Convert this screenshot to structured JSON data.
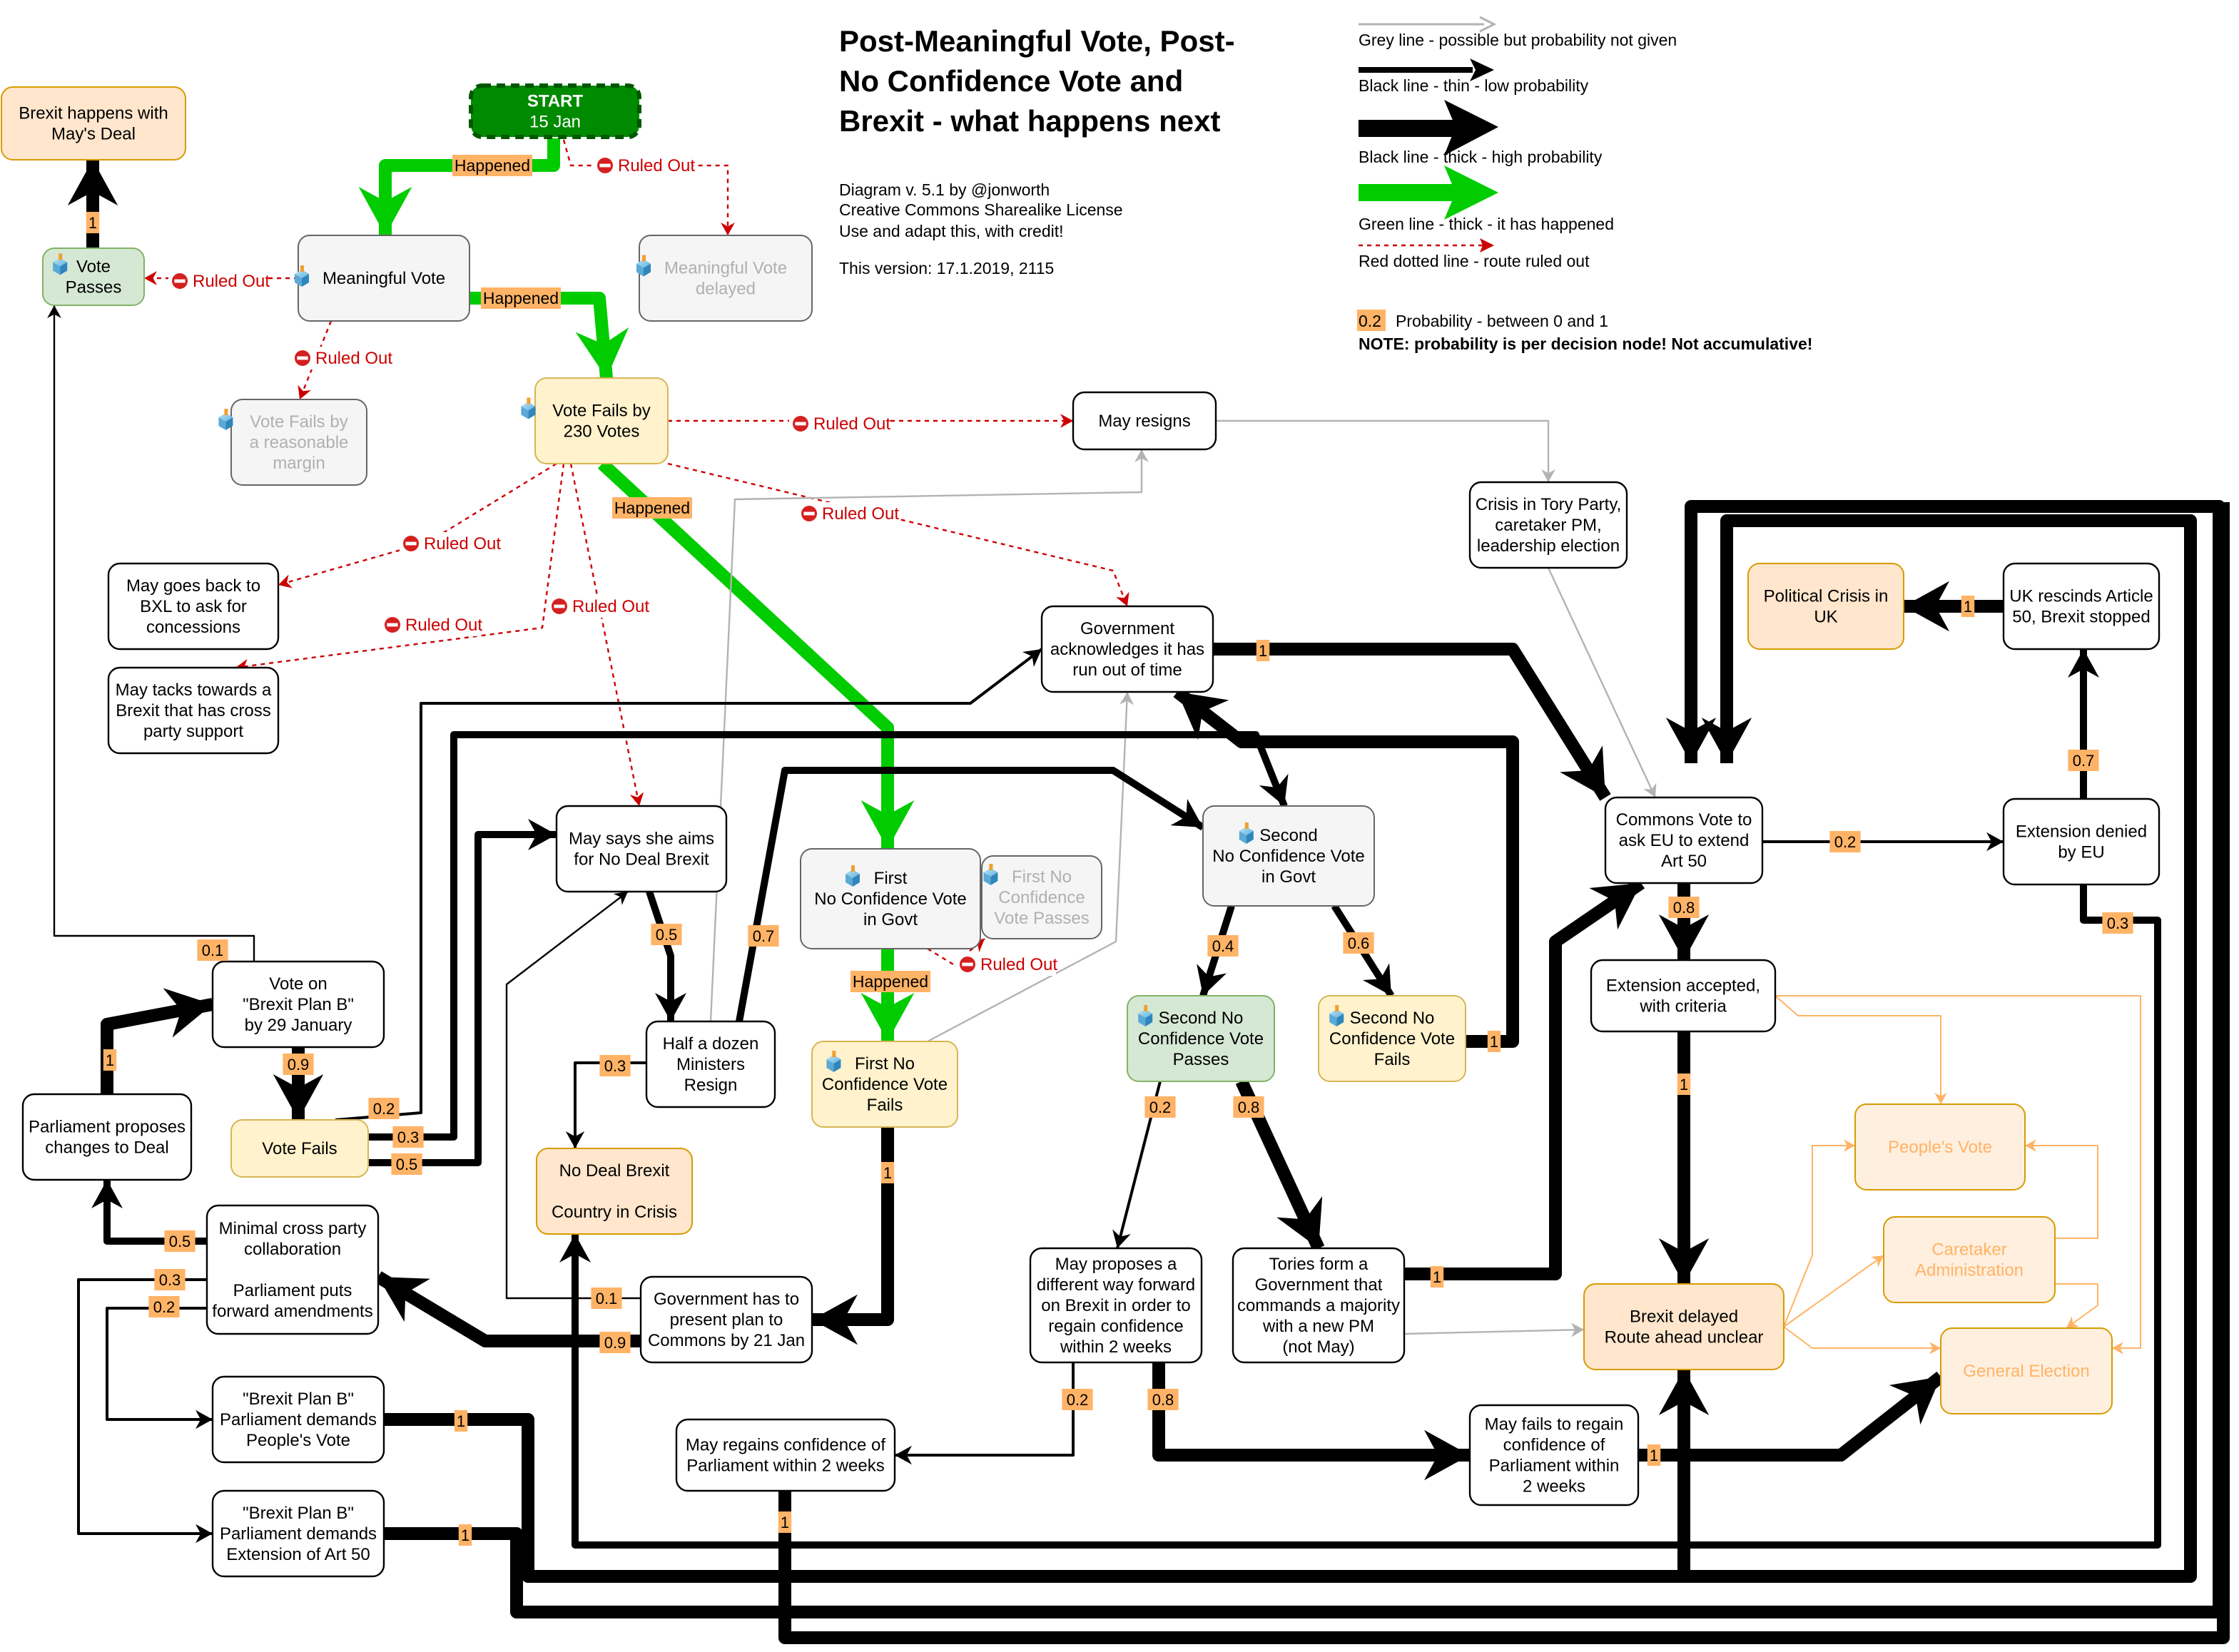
{
  "title": {
    "lines": [
      "Post-Meaningful Vote, Post-",
      "No Confidence Vote and",
      "Brexit - what happens next"
    ]
  },
  "info": {
    "credit_lines": [
      "Diagram v. 5.1 by @jonworth",
      "Creative Commons Sharealike License",
      "Use and adapt this, with credit!"
    ],
    "version": "This version: 17.1.2019, 2115"
  },
  "legend": {
    "items": [
      {
        "style": "grey-thin",
        "label": "Grey line - possible but probability not given"
      },
      {
        "style": "black-thin",
        "label": "Black line - thin - low probability"
      },
      {
        "style": "black-thick",
        "label": "Black line - thick - high probability"
      },
      {
        "style": "green-thick",
        "label": "Green line - thick - it has happened"
      },
      {
        "style": "red-dotted",
        "label": "Red dotted line - route ruled out"
      }
    ],
    "prob_sample": "0.2",
    "prob_label": "Probability - between 0 and 1",
    "note": "NOTE: probability is per decision node! Not accumulative!"
  },
  "colors": {
    "green_happened": "#00cc00",
    "ruled_out_red": "#cc0000",
    "probability_badge": "#ffb366",
    "grey_line": "#b3b3b3",
    "outcome_fill": "#ffe6cc",
    "outcome_stroke": "#d79b00",
    "fail_fill": "#fff2cc",
    "fail_stroke": "#d6b656",
    "pass_fill": "#d5e8d4",
    "pass_stroke": "#82b366",
    "vote_fill": "#f5f5f5",
    "vote_stroke": "#666666",
    "start_fill": "#008a00",
    "start_stroke": "#005700"
  },
  "labels": {
    "happened": "Happened",
    "ruled_out": "Ruled Out"
  },
  "nodes": {
    "start": {
      "lines": [
        "START",
        "15 Jan"
      ],
      "kind": "start"
    },
    "brexit_mays_deal": {
      "lines": [
        "Brexit happens with",
        "May's Deal"
      ],
      "kind": "outcome"
    },
    "vote_passes": {
      "lines": [
        "Vote",
        "Passes"
      ],
      "kind": "pass",
      "icon": "ballot-box-icon"
    },
    "meaningful_vote": {
      "lines": [
        "Meaningful Vote"
      ],
      "kind": "vote",
      "icon": "ballot-box-icon"
    },
    "mv_delayed": {
      "lines": [
        "Meaningful Vote",
        "delayed"
      ],
      "kind": "vote-faded",
      "icon": "ballot-box-icon"
    },
    "vote_fails_margin": {
      "lines": [
        "Vote Fails by",
        "a reasonable",
        "margin"
      ],
      "kind": "vote-faded",
      "icon": "ballot-box-icon"
    },
    "vote_fails_230": {
      "lines": [
        "Vote Fails by",
        "230 Votes"
      ],
      "kind": "fail",
      "icon": "ballot-box-icon"
    },
    "may_resigns": {
      "lines": [
        "May resigns"
      ],
      "kind": "plain"
    },
    "tory_crisis": {
      "lines": [
        "Crisis in Tory Party,",
        "caretaker PM,",
        "leadership election"
      ],
      "kind": "plain"
    },
    "may_bxl": {
      "lines": [
        "May goes back to",
        "BXL to ask for",
        "concessions"
      ],
      "kind": "plain"
    },
    "may_tacks": {
      "lines": [
        "May tacks towards a",
        "Brexit that has cross",
        "party support"
      ],
      "kind": "plain"
    },
    "gov_out_of_time": {
      "lines": [
        "Government",
        "acknowledges it has",
        "run out of time"
      ],
      "kind": "plain"
    },
    "political_crisis": {
      "lines": [
        "Political Crisis in",
        "UK"
      ],
      "kind": "outcome"
    },
    "uk_rescinds": {
      "lines": [
        "UK rescinds Article",
        "50, Brexit stopped"
      ],
      "kind": "plain"
    },
    "may_no_deal": {
      "lines": [
        "May says she aims",
        "for No Deal Brexit"
      ],
      "kind": "plain"
    },
    "first_ncv": {
      "lines": [
        "First",
        "No Confidence Vote",
        "in Govt"
      ],
      "kind": "vote",
      "icon": "ballot-box-icon"
    },
    "first_ncv_passes": {
      "lines": [
        "First No",
        "Confidence",
        "Vote Passes"
      ],
      "kind": "vote-faded",
      "icon": "ballot-box-icon"
    },
    "second_ncv": {
      "lines": [
        "Second",
        "No Confidence Vote",
        "in Govt"
      ],
      "kind": "vote",
      "icon": "ballot-box-icon"
    },
    "commons_extend": {
      "lines": [
        "Commons Vote to",
        "ask EU to extend",
        "Art 50"
      ],
      "kind": "plain"
    },
    "extension_denied": {
      "lines": [
        "Extension denied",
        "by EU"
      ],
      "kind": "plain"
    },
    "vote_plan_b": {
      "lines": [
        "Vote on",
        "\"Brexit Plan B\"",
        "by 29 January"
      ],
      "kind": "plain"
    },
    "half_dozen": {
      "lines": [
        "Half a dozen",
        "Ministers",
        "Resign"
      ],
      "kind": "plain"
    },
    "first_ncv_fails": {
      "lines": [
        "First No",
        "Confidence Vote",
        "Fails"
      ],
      "kind": "fail",
      "icon": "ballot-box-icon"
    },
    "second_ncv_passes": {
      "lines": [
        "Second No",
        "Confidence Vote",
        "Passes"
      ],
      "kind": "pass",
      "icon": "ballot-box-icon"
    },
    "second_ncv_fails": {
      "lines": [
        "Second No",
        "Confidence Vote",
        "Fails"
      ],
      "kind": "fail",
      "icon": "ballot-box-icon"
    },
    "extension_accepted": {
      "lines": [
        "Extension accepted,",
        "with criteria"
      ],
      "kind": "plain"
    },
    "parliament_proposes": {
      "lines": [
        "Parliament proposes",
        "changes to Deal"
      ],
      "kind": "plain"
    },
    "vote_fails": {
      "lines": [
        "Vote Fails"
      ],
      "kind": "fail"
    },
    "no_deal_brexit": {
      "lines": [
        "No Deal Brexit",
        "",
        "Country in Crisis"
      ],
      "kind": "outcome"
    },
    "peoples_vote": {
      "lines": [
        "People's Vote"
      ],
      "kind": "outcome-faded"
    },
    "minimal_cross": {
      "lines": [
        "Minimal cross party",
        "collaboration",
        "",
        "Parliament puts",
        "forward amendments"
      ],
      "kind": "plain"
    },
    "caretaker_admin": {
      "lines": [
        "Caretaker",
        "Administration"
      ],
      "kind": "outcome-faded"
    },
    "may_proposes": {
      "lines": [
        "May proposes a",
        "different way forward",
        "on Brexit in order to",
        "regain confidence",
        "within 2 weeks"
      ],
      "kind": "plain"
    },
    "tories_form": {
      "lines": [
        "Tories form a",
        "Government that",
        "commands a majority",
        "with a new PM",
        "(not May)"
      ],
      "kind": "plain"
    },
    "gov_present_plan": {
      "lines": [
        "Government has to",
        "present plan to",
        "Commons by 21 Jan"
      ],
      "kind": "plain"
    },
    "brexit_delayed": {
      "lines": [
        "Brexit delayed",
        "Route ahead unclear"
      ],
      "kind": "outcome"
    },
    "general_election": {
      "lines": [
        "General Election"
      ],
      "kind": "outcome-faded"
    },
    "plan_b_peoples_vote": {
      "lines": [
        "\"Brexit Plan B\"",
        "Parliament demands",
        "People's Vote"
      ],
      "kind": "plain"
    },
    "may_regains": {
      "lines": [
        "May regains confidence of",
        "Parliament within 2 weeks"
      ],
      "kind": "plain"
    },
    "may_fails_regain": {
      "lines": [
        "May fails to regain",
        "confidence of",
        "Parliament within",
        "2 weeks"
      ],
      "kind": "plain"
    },
    "plan_b_extension": {
      "lines": [
        "\"Brexit Plan B\"",
        "Parliament demands",
        "Extension of Art 50"
      ],
      "kind": "plain"
    }
  },
  "probabilities": {
    "vote_passes_to_deal": "1",
    "gov_out_of_time_to_commons": "1",
    "uk_rescinds_to_crisis": "1",
    "denied_to_rescind": "0.7",
    "commons_to_denied": "0.2",
    "commons_to_accepted": "0.8",
    "denied_to_loop": "0.3",
    "no_deal_to_half_dozen": "0.5",
    "half_dozen_to_second_ncv": "0.7",
    "second_ncv_to_passes": "0.4",
    "second_ncv_to_fails": "0.6",
    "second_fails_to_gov_time": "1",
    "plan_b_to_vote_passes": "0.1",
    "plan_b_to_vote_fails": "0.9",
    "proposes_to_plan_b": "1",
    "vote_fails_to_gov_time": "0.2",
    "vote_fails_to_second_ncv": "0.3",
    "vote_fails_to_no_deal": "0.5",
    "half_dozen_to_no_deal_brexit": "0.3",
    "first_fails_to_present": "1",
    "passes_to_may_proposes": "0.2",
    "passes_to_tories": "0.8",
    "accepted_to_delayed": "1",
    "minimal_to_proposes": "0.5",
    "minimal_to_extension": "0.3",
    "minimal_to_peoples_vote": "0.2",
    "tories_to_commons": "1",
    "present_to_may_no_deal": "0.1",
    "present_to_minimal": "0.9",
    "may_proposes_to_regains": "0.2",
    "may_proposes_to_fails": "0.8",
    "plan_b_pv_to_loop": "1",
    "plan_b_ext_to_loop": "1",
    "regains_to_loop": "1",
    "fails_regain_to_election": "1"
  }
}
